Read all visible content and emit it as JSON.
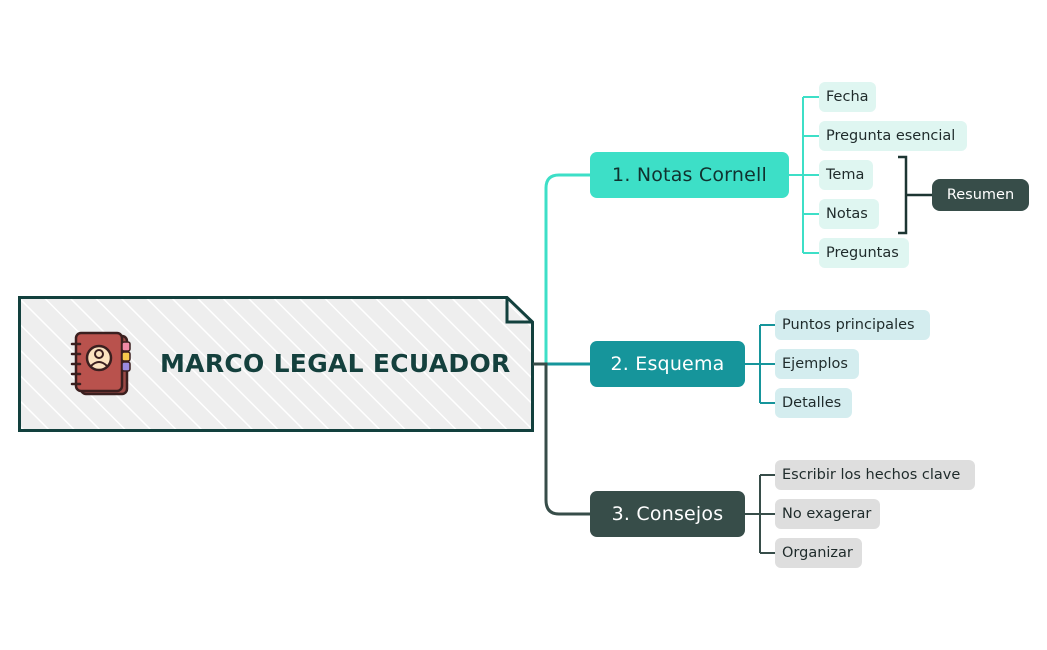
{
  "colors": {
    "teal": "#3ddfc7",
    "cyan": "#16959b",
    "dark": "#374d49",
    "root_border": "#12403d"
  },
  "root": {
    "title": "MARCO LEGAL ECUADOR",
    "icon": "address-book-icon"
  },
  "branches": [
    {
      "label": "1. Notas Cornell",
      "leaves": [
        "Fecha",
        "Pregunta esencial",
        "Tema",
        "Notas",
        "Preguntas"
      ]
    },
    {
      "label": "2. Esquema",
      "leaves": [
        "Puntos principales",
        "Ejemplos",
        "Detalles"
      ]
    },
    {
      "label": "3. Consejos",
      "leaves": [
        "Escribir los hechos clave",
        "No exagerar",
        "Organizar"
      ]
    }
  ],
  "summary": {
    "label": "Resumen"
  }
}
